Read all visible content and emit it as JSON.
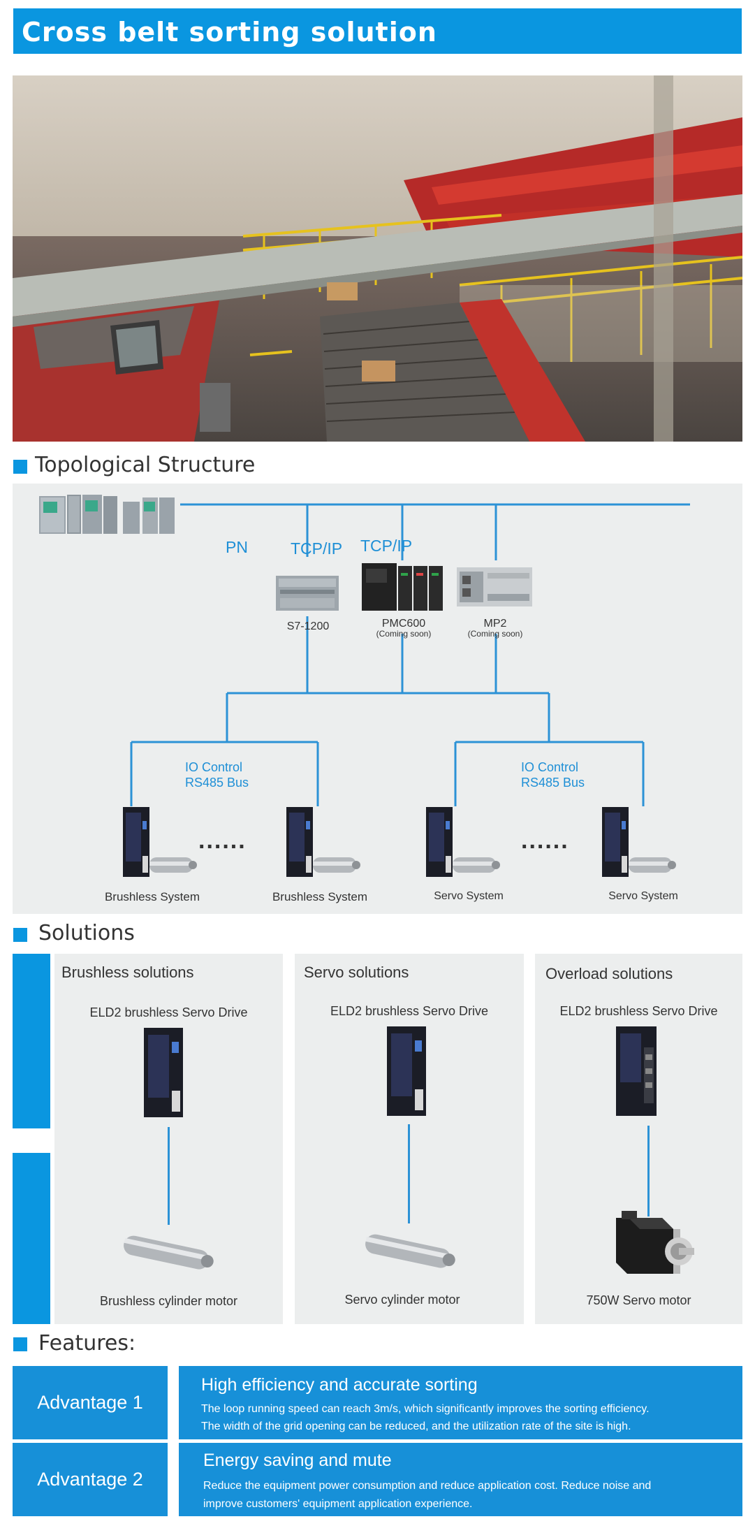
{
  "header": {
    "title": "Cross belt sorting solution"
  },
  "topology": {
    "title": "Topological Structure",
    "links": {
      "pn": "PN",
      "tcp1": "TCP/IP",
      "tcp2": "TCP/IP"
    },
    "controllers": [
      {
        "name": "S7-1200",
        "note": ""
      },
      {
        "name": "PMC600",
        "note": "(Coming soon)"
      },
      {
        "name": "MP2",
        "note": "(Coming soon)"
      }
    ],
    "bus_left": {
      "line1": "IO Control",
      "line2": "RS485 Bus"
    },
    "bus_right": {
      "line1": "IO Control",
      "line2": "RS485 Bus"
    },
    "dots": "......",
    "systems": [
      "Brushless System",
      "Brushless System",
      "Servo  System",
      "Servo  System"
    ]
  },
  "solutions": {
    "title": "Solutions",
    "panels": [
      {
        "title": "Brushless solutions",
        "drive": "ELD2 brushless Servo Drive",
        "motor": "Brushless cylinder motor"
      },
      {
        "title": "Servo solutions",
        "drive": "ELD2 brushless Servo Drive",
        "motor": "Servo cylinder motor"
      },
      {
        "title": "Overload solutions",
        "drive": "ELD2 brushless Servo Drive",
        "motor": "750W Servo motor"
      }
    ]
  },
  "features": {
    "title": "Features:",
    "items": [
      {
        "label": "Advantage 1",
        "heading": "High efficiency and accurate sorting",
        "line1": "The loop running speed can reach 3m/s, which significantly improves the sorting efficiency.",
        "line2": "The width of the grid opening can be reduced, and the utilization rate of the site is high."
      },
      {
        "label": "Advantage 2",
        "heading": "Energy saving and mute",
        "line1": "Reduce the equipment power consumption and reduce application cost. Reduce noise and",
        "line2": "improve customers' equipment application experience."
      }
    ]
  },
  "colors": {
    "accent": "#0a96e0",
    "panel": "#eceeee",
    "line": "#2c92d6"
  }
}
